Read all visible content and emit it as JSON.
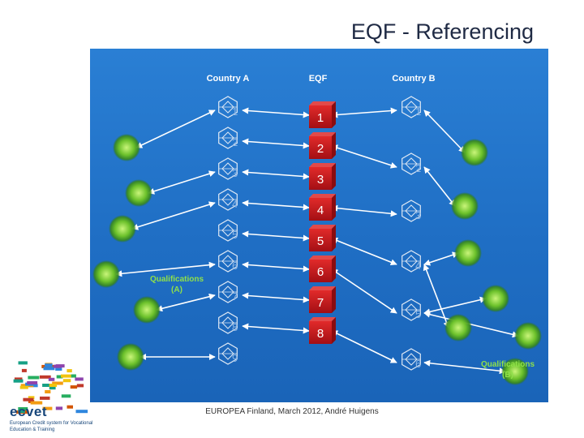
{
  "slide": {
    "title": "EQF - Referencing",
    "footer": "EUROPEA Finland, March 2012, André Huigens"
  },
  "diagram": {
    "header_country_a": "Country A",
    "header_eqf": "EQF",
    "header_country_b": "Country B",
    "label_a_line1": "Qualifications",
    "label_a_line2": "(A)",
    "label_b_line1": "Qualifications",
    "label_b_line2": "(B)",
    "country_a_levels": [
      "1",
      "2",
      "3",
      "4",
      "5",
      "6",
      "7",
      "8",
      "9"
    ],
    "eqf_levels": [
      "1",
      "2",
      "3",
      "4",
      "5",
      "6",
      "7",
      "8"
    ],
    "country_b_levels": [
      "1",
      "2",
      "3",
      "4",
      "5",
      "6"
    ],
    "colors": {
      "background": "#1f6ec4",
      "eqf_cube": "#c8171c",
      "qualification_orb": "#7fd13b",
      "arrow": "#ffffff"
    }
  },
  "logo": {
    "wordmark": "ecvet",
    "subtitle": "European Credit system for Vocational Education & Training"
  }
}
